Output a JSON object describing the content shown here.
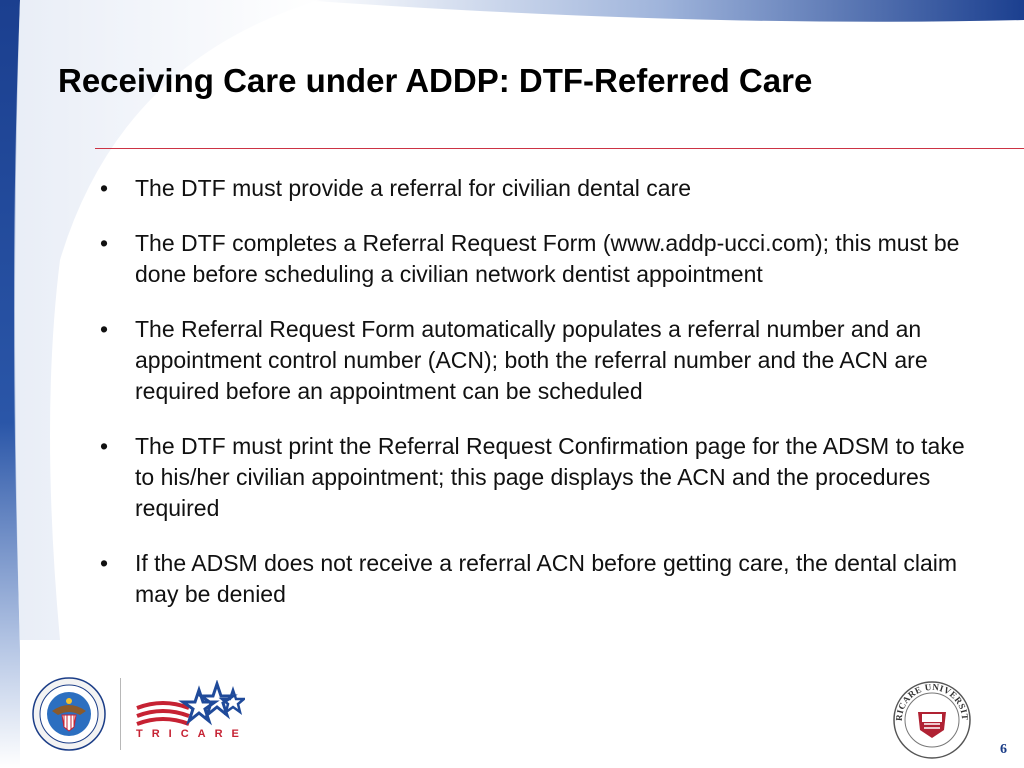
{
  "slide": {
    "title": "Receiving Care under ADDP: DTF-Referred Care",
    "bullet_symbol": "•",
    "bullets": [
      "The DTF must provide a referral for civilian dental care",
      "The DTF completes a Referral Request Form (www.addp-ucci.com); this must be done before scheduling a civilian network dentist appointment",
      "The Referral Request Form automatically populates a referral number and an appointment control number (ACN); both the referral number and the ACN are required before an appointment can be scheduled",
      "The DTF must print the Referral Request Confirmation page for the ADSM to take to his/her civilian appointment; this page displays the ACN and the procedures required",
      "If the ADSM does not receive a referral ACN before getting care, the dental claim may be denied"
    ],
    "page_number": "6"
  },
  "logos": {
    "tricare_wordmark": "TRICARE",
    "tricare_university_seal": "TRICARE UNIVERSITY"
  },
  "colors": {
    "banner_blue": "#1b3f8f",
    "rule_red": "#cc3344",
    "tricare_red": "#c62233",
    "tricare_blue": "#1f4a9a"
  }
}
